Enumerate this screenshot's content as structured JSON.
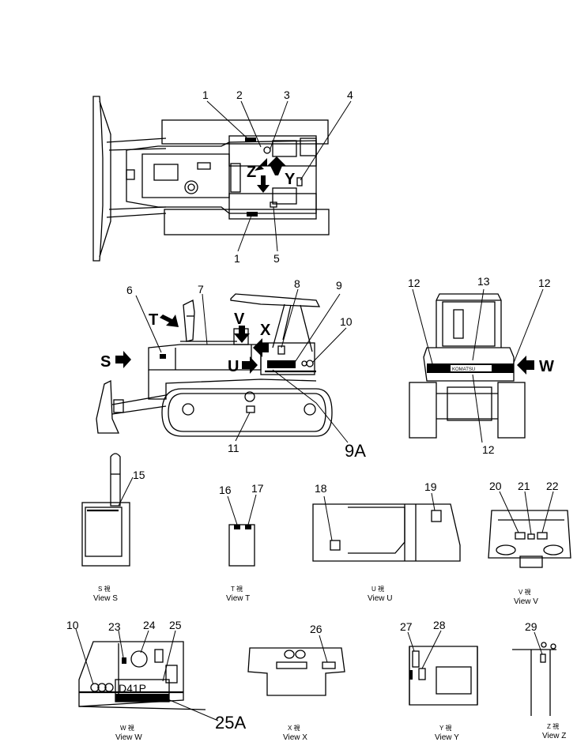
{
  "callouts": {
    "top": [
      "1",
      "2",
      "3",
      "4",
      "1",
      "5"
    ],
    "side": [
      "6",
      "7",
      "8",
      "9",
      "10",
      "11",
      "9A"
    ],
    "rear": [
      "12",
      "13",
      "12",
      "12"
    ],
    "view_s": [
      "15"
    ],
    "view_t": [
      "16",
      "17"
    ],
    "view_u": [
      "18",
      "19"
    ],
    "view_v": [
      "20",
      "21",
      "22"
    ],
    "view_w": [
      "10",
      "23",
      "24",
      "25",
      "25A"
    ],
    "view_x": [
      "26"
    ],
    "view_y": [
      "27",
      "28"
    ],
    "view_z": [
      "29"
    ]
  },
  "view_letters": {
    "top": [
      "Z",
      "Y"
    ],
    "side": [
      "T",
      "V",
      "X",
      "S",
      "U"
    ],
    "rear": [
      "W"
    ]
  },
  "rear_brand": "KOMATSU",
  "plate_text": "D41P",
  "views": [
    {
      "jp": "S 視",
      "label": "View S"
    },
    {
      "jp": "T 視",
      "label": "View T"
    },
    {
      "jp": "U 視",
      "label": "View U"
    },
    {
      "jp": "V 視",
      "label": "View V"
    },
    {
      "jp": "W 視",
      "label": "View W"
    },
    {
      "jp": "X 視",
      "label": "View X"
    },
    {
      "jp": "Y 視",
      "label": "View Y"
    },
    {
      "jp": "Z 視",
      "label": "View Z"
    }
  ]
}
